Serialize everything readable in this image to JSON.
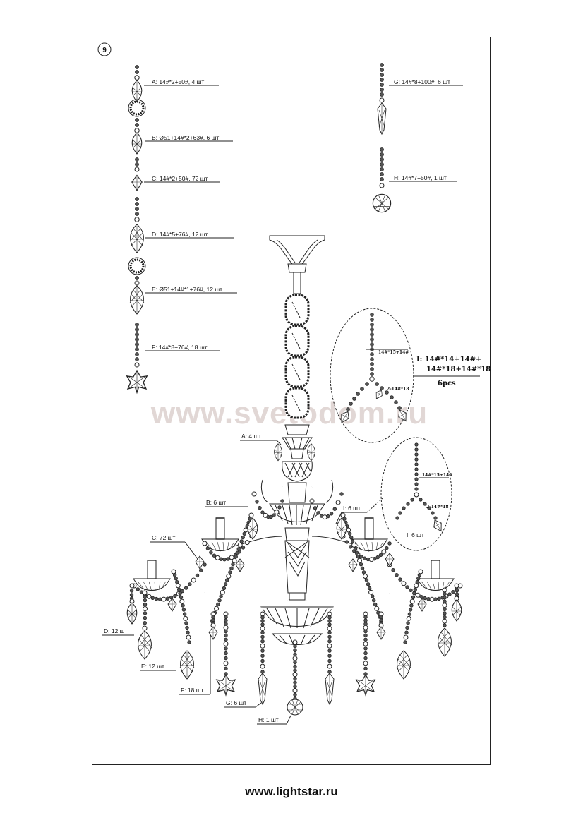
{
  "page_number": "9",
  "watermark": "www.svetodom.ru",
  "footer_url": "www.lightstar.ru",
  "parts": {
    "A": "A: 14#*2+50#, 4 шт",
    "B": "B: Ø51+14#*2+63#, 6 шт",
    "C": "C: 14#*2+50#, 72 шт",
    "D": "D: 14#*5+76#, 12 шт",
    "E": "E: Ø51+14#*1+76#, 12 шт",
    "F": "F: 14#*8+76#, 18 шт",
    "G": "G: 14#*8+100#, 6 шт",
    "H": "H: 14#*7+50#, 1 шт"
  },
  "detail_I": {
    "title_line1": "I:  14#*14+14#+",
    "title_line2": "14#*18+14#*18",
    "qty": "6pcs",
    "small_top": "14#*15+14#",
    "small_side": "2-14#*18"
  },
  "detail_I2": {
    "small_top": "14#*15+14#",
    "small_side": "2-14#*18",
    "qty": "I: 6 шт"
  },
  "callouts": {
    "A": "A: 4 шт",
    "B": "B: 6 шт",
    "C": "C: 72 шт",
    "D": "D: 12 шт",
    "E": "E: 12 шт",
    "F": "F: 18 шт",
    "G": "G: 6 шт",
    "H": "H: 1 шт",
    "I": "I: 6 шт"
  }
}
